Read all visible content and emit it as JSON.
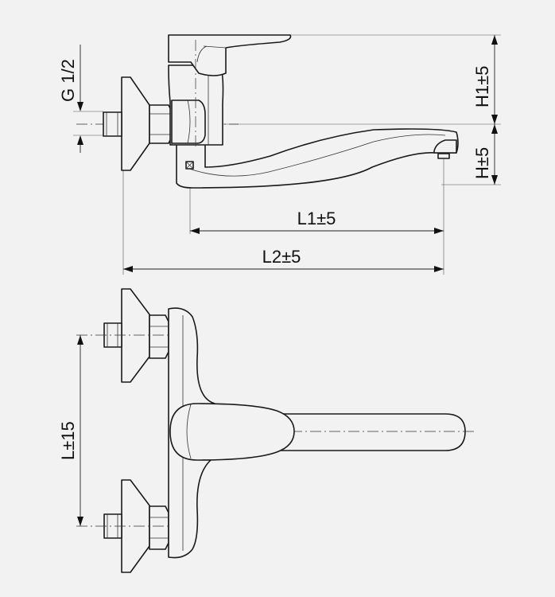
{
  "dimensions": {
    "thread": "G 1/2",
    "h1": "H1±5",
    "h": "H±5",
    "l1": "L1±5",
    "l2": "L2±5",
    "l": "L±15"
  }
}
